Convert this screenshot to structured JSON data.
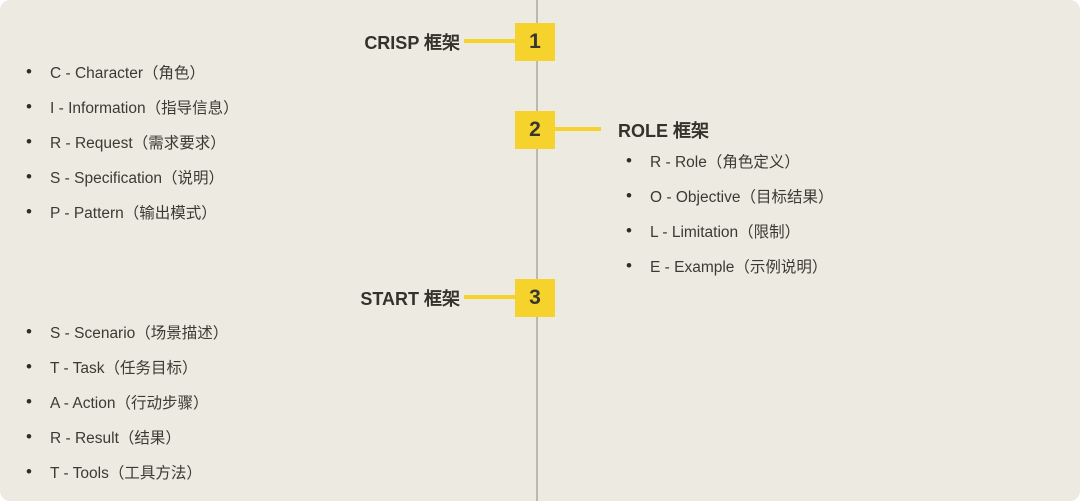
{
  "colors": {
    "background": "#EDEAE2",
    "accent_yellow": "#F5D32C",
    "timeline_gray": "#BCB9B2",
    "text_dark": "#3B3A33"
  },
  "sections": [
    {
      "number": "1",
      "title": "CRISP 框架",
      "items": [
        "C - Character（角色）",
        "I - Information（指导信息）",
        "R - Request（需求要求）",
        "S - Specification（说明）",
        "P - Pattern（输出模式）"
      ]
    },
    {
      "number": "2",
      "title": "ROLE 框架",
      "items": [
        "R - Role（角色定义）",
        "O - Objective（目标结果）",
        "L - Limitation（限制）",
        "E - Example（示例说明）"
      ]
    },
    {
      "number": "3",
      "title": "START 框架",
      "items": [
        "S - Scenario（场景描述）",
        "T - Task（任务目标）",
        "A - Action（行动步骤）",
        "R - Result（结果）",
        "T - Tools（工具方法）"
      ]
    }
  ]
}
